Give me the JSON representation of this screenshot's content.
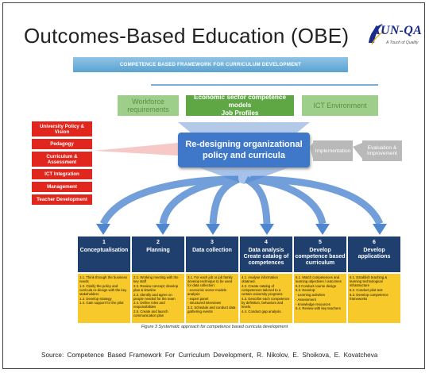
{
  "title": "Outcomes-Based Education (OBE)",
  "logo": {
    "text": "AUN-QA",
    "tagline": "A Touch of Quality"
  },
  "banner": "COMPETENCE BASED FRAMEWORK FOR CURRICULUM DEVELOPMENT",
  "green_boxes": {
    "workforce": "Workforce requirements",
    "econ_line1": "Economic sector competence models",
    "econ_line2": "Job Profiles",
    "ict": "ICT Environment"
  },
  "red_items": [
    "University Policy & Vision",
    "Pedagogy",
    "Curriculum & Assessment",
    "ICT Integration",
    "Management",
    "Teacher Development"
  ],
  "main_box": "Re-designing organizational policy and curricula",
  "implementation": "Implementation",
  "evaluation": "Evaluation & Improvement",
  "steps": [
    {
      "num": "1",
      "label": "Conceptualisation"
    },
    {
      "num": "2",
      "label": "Planning"
    },
    {
      "num": "3",
      "label": "Data collection"
    },
    {
      "num": "4",
      "label": "Data analysis Create catalog of competences"
    },
    {
      "num": "5",
      "label": "Develop competence based curriculum"
    },
    {
      "num": "6",
      "label": "Develop applications"
    }
  ],
  "details": [
    [
      "1.1. Think through the business needs",
      "1.2. Clarify the policy and curricula re-design with the key stakeholders",
      "1.3. Develop strategy",
      "1.4. Gain support for the pilot"
    ],
    [
      "2.1. Working meeting with the key staff",
      "2.2. Review concept; develop plan & timeline",
      "2.3. Identify and agree on people needed for the team",
      "2.4. Define roles and responsibilities",
      "2.5. Create and launch communication plan"
    ],
    [
      "3.1. For each job or job family develop technique to be used for data collection:",
      "- economic sector models analysis",
      "- expert panel",
      "- structured interviews",
      "3.2. Schedule and conduct data gathering events"
    ],
    [
      "4.1. Analyse information obtained.",
      "4.2. Create catalog of competences tailored to a certain university programs",
      "4.3. Describe each competence by definition, behaviors and levels.",
      "4.4. Conduct gap analysis."
    ],
    [
      "5.1. Match competences and learning objectives / outcomes",
      "5.2 Conduct course design",
      "5.3. Develop:",
      "- Learning activities",
      "- Assessment",
      "- Knowledge resources",
      "5.4. Review with key teachers"
    ],
    [
      "6.1. Establish teaching & learning technological infrastructure",
      "6.2. Conduct pilot test",
      "6.3. Develop competence frameworks"
    ]
  ],
  "caption": "Figure 3 Systematic approach for competence based curricula development",
  "source": "Source: Competence Based Framework For Curriculum Development, R. Nikolov, E. Shoikova, E. Kovatcheva"
}
